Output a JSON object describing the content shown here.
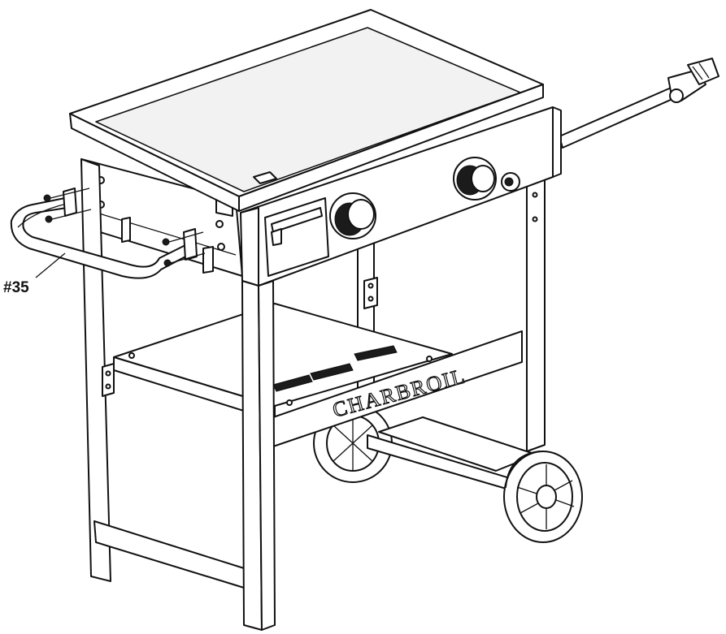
{
  "figure": {
    "callout": {
      "label": "#35"
    },
    "brand": {
      "text": "CHARBROIL"
    }
  },
  "icons": [
    "griddle-cart-illustration",
    "handle-part-icon",
    "control-knob-icon",
    "wheel-icon",
    "gas-regulator-icon"
  ]
}
